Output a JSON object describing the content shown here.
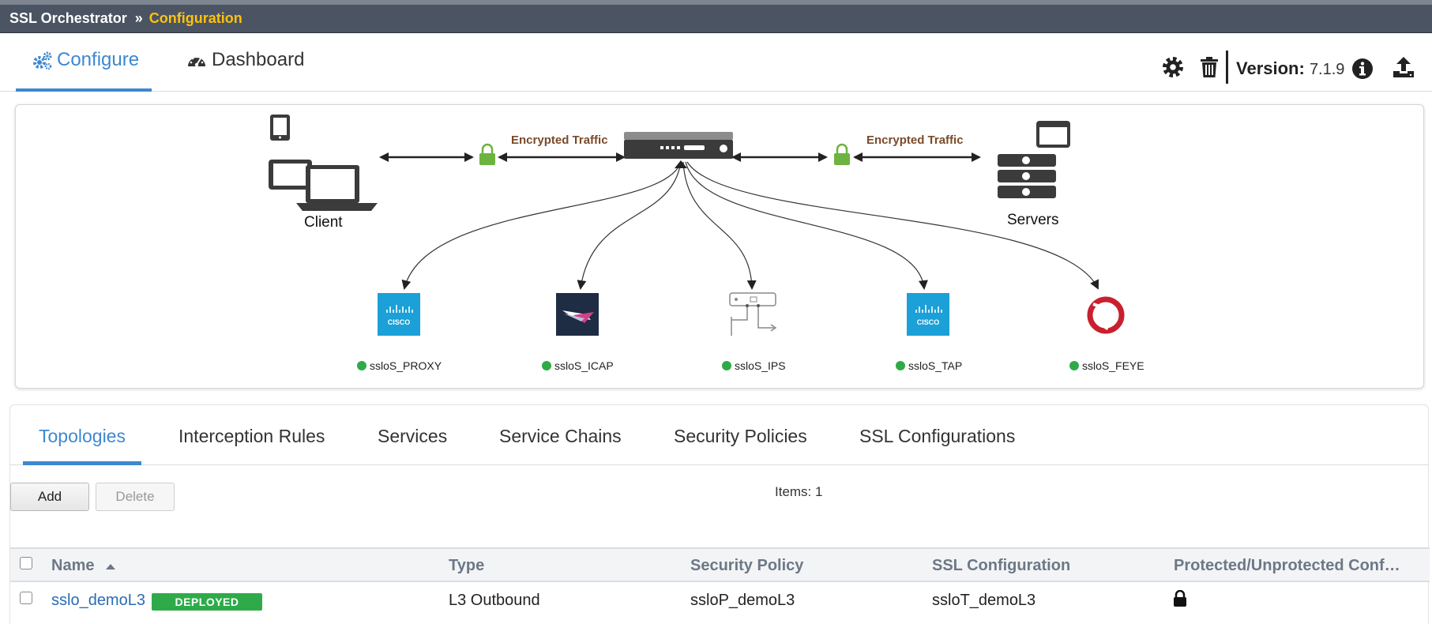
{
  "titlebar": {
    "app": "SSL Orchestrator",
    "separator": "››",
    "page": "Configuration"
  },
  "top_tabs": [
    {
      "label": "Configure",
      "active": true,
      "icon": "gears-icon"
    },
    {
      "label": "Dashboard",
      "active": false,
      "icon": "dashboard-icon"
    }
  ],
  "toolbar": {
    "version_label": "Version:",
    "version": "7.1.9"
  },
  "diagram": {
    "client_label": "Client",
    "servers_label": "Servers",
    "encrypted_left": "Encrypted Traffic",
    "encrypted_right": "Encrypted Traffic",
    "services": [
      {
        "name": "ssloS_PROXY",
        "icon": "cisco-logo-icon",
        "status_color": "#2eab48"
      },
      {
        "name": "ssloS_ICAP",
        "icon": "icap-logo-icon",
        "status_color": "#2eab48"
      },
      {
        "name": "ssloS_IPS",
        "icon": "l3-device-icon",
        "status_color": "#2eab48"
      },
      {
        "name": "ssloS_TAP",
        "icon": "cisco-logo-icon",
        "status_color": "#2eab48"
      },
      {
        "name": "ssloS_FEYE",
        "icon": "fireeye-logo-icon",
        "status_color": "#2eab48"
      }
    ],
    "cisco_text": "CISCO"
  },
  "sub_tabs": [
    {
      "label": "Topologies",
      "active": true
    },
    {
      "label": "Interception Rules",
      "active": false
    },
    {
      "label": "Services",
      "active": false
    },
    {
      "label": "Service Chains",
      "active": false
    },
    {
      "label": "Security Policies",
      "active": false
    },
    {
      "label": "SSL Configurations",
      "active": false
    }
  ],
  "actions": {
    "add": "Add",
    "delete": "Delete",
    "items": "Items: 1"
  },
  "table": {
    "columns": [
      "Name",
      "Type",
      "Security Policy",
      "SSL Configuration",
      "Protected/Unprotected Conf…"
    ],
    "rows": [
      {
        "name": "sslo_demoL3",
        "badge": "DEPLOYED",
        "type": "L3 Outbound",
        "security_policy": "ssloP_demoL3",
        "ssl_configuration": "ssloT_demoL3",
        "protected_icon": "lock-icon"
      }
    ]
  },
  "colors": {
    "accent": "#3d88d0",
    "titlebar_bg": "#4a5462",
    "title_page": "#ffc20e",
    "deployed": "#2eab48",
    "cisco": "#1ba0d7"
  }
}
